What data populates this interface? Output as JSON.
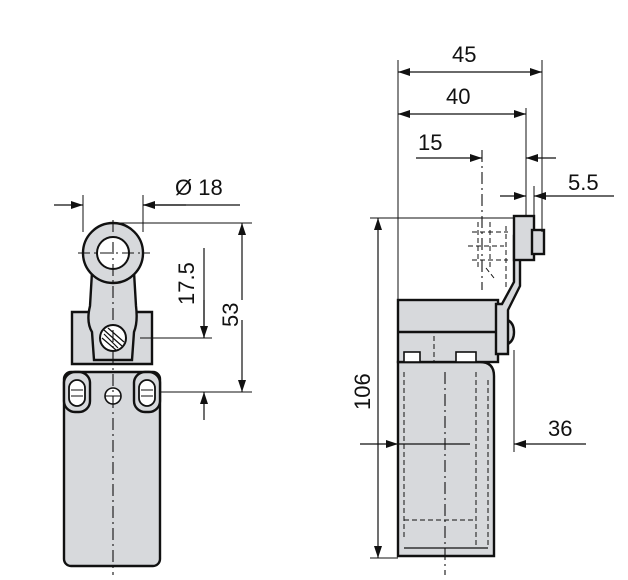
{
  "dimensions": {
    "roller_diameter": "Ø 18",
    "roller_offset": "17.5",
    "total_actuator": "53",
    "overall_height": "106",
    "width_45": "45",
    "width_40": "40",
    "offset_15": "15",
    "offset_5_5": "5.5",
    "depth_36": "36"
  },
  "colors": {
    "line": "#111111",
    "body_fill": "#d7d9dc",
    "background": "#ffffff"
  }
}
